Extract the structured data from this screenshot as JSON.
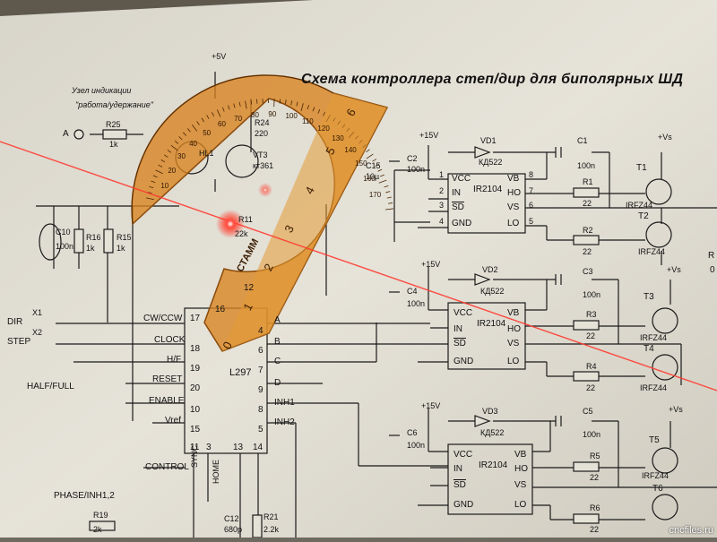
{
  "schematic": {
    "title": "Схема контроллера степ/дир для биполярных ШД",
    "indicator_note_line1": "Узел индикации",
    "indicator_note_line2": "\"работа/удержание\"",
    "controller": {
      "name": "L297",
      "pins_left": [
        {
          "num": "17",
          "label": "CW/CCW"
        },
        {
          "num": "18",
          "label": "CLOCK"
        },
        {
          "num": "19",
          "label": "H/F"
        },
        {
          "num": "20",
          "label": "RESET"
        },
        {
          "num": "10",
          "label": "ENABLE"
        },
        {
          "num": "15",
          "label": "Vref"
        },
        {
          "num": "11",
          "label": "CONTROL"
        }
      ],
      "pins_right": [
        {
          "num": "4",
          "label": "A"
        },
        {
          "num": "6",
          "label": "B"
        },
        {
          "num": "7",
          "label": "C"
        },
        {
          "num": "9",
          "label": "D"
        },
        {
          "num": "8",
          "label": "INH1"
        },
        {
          "num": "5",
          "label": "INH2"
        }
      ],
      "pins_bottom": [
        "1",
        "3",
        "13",
        "14"
      ],
      "bottom_labels": [
        "SYNC",
        "HOME"
      ],
      "pin16": "16",
      "pin12": "12"
    },
    "inputs": [
      {
        "name": "DIR",
        "port": "X1"
      },
      {
        "name": "STEP",
        "port": "X2"
      },
      {
        "name": "HALF/FULL",
        "port": ""
      },
      {
        "name": "PHASE/INH1,2",
        "port": ""
      }
    ],
    "indicator_parts": [
      {
        "ref": "R25",
        "value": "1k"
      },
      {
        "ref": "R24",
        "value": "220"
      },
      {
        "ref": "VT3",
        "value": "кт361"
      },
      {
        "ref": "HL1",
        "value": ""
      },
      {
        "ref": "R11",
        "value": "22k"
      }
    ],
    "input_node_A": "A",
    "supply_5v": "+5V",
    "supply_15v": "+15V",
    "supply_vs": "+Vs",
    "left_parts": [
      {
        "ref": "C10",
        "value": "100n"
      },
      {
        "ref": "R16",
        "value": "1k"
      },
      {
        "ref": "R15",
        "value": "1k"
      }
    ],
    "bottom_parts": [
      {
        "ref": "R19",
        "value": "2k"
      },
      {
        "ref": "R21",
        "value": "2.2k"
      },
      {
        "ref": "C12",
        "value": "680p"
      }
    ],
    "c15": {
      "ref": "C15",
      "value": "10µ"
    },
    "drivers": [
      {
        "ic": "IR2104",
        "diode": "VD1",
        "diode_type": "КД522",
        "cap_in": "C2",
        "cap_boot": "C1",
        "cap_val": "100n",
        "r_hi": "R1",
        "r_lo": "R2",
        "r_val": "22",
        "t_hi": "T1",
        "t_lo": "T2",
        "fet": "IRFZ44"
      },
      {
        "ic": "IR2104",
        "diode": "VD2",
        "diode_type": "КД522",
        "cap_in": "C4",
        "cap_boot": "C3",
        "cap_val": "100n",
        "r_hi": "R3",
        "r_lo": "R4",
        "r_val": "22",
        "t_hi": "T3",
        "t_lo": "T4",
        "fet": "IRFZ44"
      },
      {
        "ic": "IR2104",
        "diode": "VD3",
        "diode_type": "КД522",
        "cap_in": "C6",
        "cap_boot": "C5",
        "cap_val": "100n",
        "r_hi": "R5",
        "r_lo": "R6",
        "r_val": "22",
        "t_hi": "T5",
        "t_lo": "T6",
        "fet": "IRFZ44"
      }
    ],
    "driver_pins_left": [
      {
        "num": "1",
        "label": "VCC"
      },
      {
        "num": "2",
        "label": "IN"
      },
      {
        "num": "3",
        "label": "SD"
      },
      {
        "num": "4",
        "label": "GND"
      }
    ],
    "driver_pins_right": [
      {
        "num": "8",
        "label": "VB"
      },
      {
        "num": "7",
        "label": "HO"
      },
      {
        "num": "6",
        "label": "VS"
      },
      {
        "num": "5",
        "label": "LO"
      }
    ],
    "edge_fragment": "R",
    "edge_fragment2": "0"
  },
  "protractor": {
    "brand": "СТАММ",
    "scale_numbers": [
      "0",
      "1",
      "2",
      "3",
      "4",
      "5",
      "6"
    ],
    "arc_numbers": [
      "10",
      "20",
      "30",
      "40",
      "50",
      "60",
      "70",
      "80",
      "90",
      "100",
      "110",
      "120",
      "130",
      "140",
      "150",
      "160",
      "170"
    ]
  },
  "watermark": "cncfiles.ru",
  "colors": {
    "paper": "#e4e1d6",
    "ink": "#1a1a1a",
    "protractor": "#d9831f",
    "laser": "#ff3b30"
  }
}
